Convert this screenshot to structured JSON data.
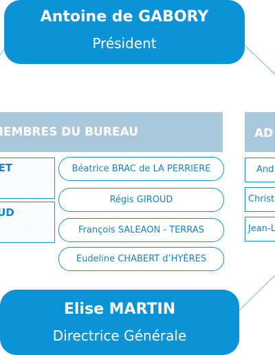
{
  "president": {
    "name": "Antoine de GABORY",
    "role": "Président"
  },
  "director": {
    "name": "Elise MARTIN",
    "role": "Directrice Générale"
  },
  "bureau": {
    "header": "MEMBRES DU BUREAU",
    "left_boxes": [
      "NET",
      "AUD"
    ],
    "members": [
      "Béatrice BRAC de LA PERRIERE",
      "Régis GIROUD",
      "François SALEAON - TERRAS",
      "Eudeline CHABERT d’HYÈRES"
    ]
  },
  "admin": {
    "header": "AD",
    "members": [
      "And",
      "Christ",
      "Jean-L"
    ]
  },
  "colors": {
    "primary": "#0b93d8",
    "header_bg": "#a9c8dc",
    "text": "#1483c8",
    "connector": "#6fb8e6"
  }
}
